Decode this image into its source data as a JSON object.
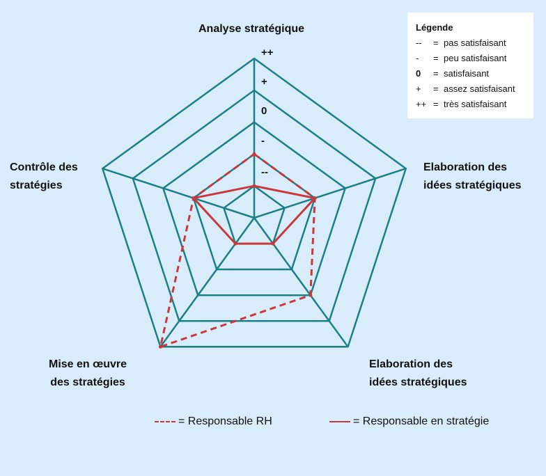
{
  "chart_data": {
    "type": "radar",
    "axes": [
      "Analyse stratégique",
      "Elaboration des idées stratégiques",
      "Elaboration des idées stratégiques",
      "Mise en œuvre des stratégies",
      "Contrôle des stratégies"
    ],
    "levels": [
      "--",
      "-",
      "0",
      "+",
      "++"
    ],
    "series": [
      {
        "name": "Responsable RH",
        "style": "dashed",
        "color": "#c8383c",
        "values": [
          2,
          2,
          3,
          5,
          2
        ]
      },
      {
        "name": "Responsable en stratégie",
        "style": "solid",
        "color": "#c8383c",
        "values": [
          1,
          2,
          1,
          1,
          2
        ]
      }
    ]
  },
  "axis_labels": {
    "top": "Analyse stratégique",
    "upper_right_1": "Elaboration des",
    "upper_right_2": "idées stratégiques",
    "lower_right_1": "Elaboration des",
    "lower_right_2": "idées stratégiques",
    "lower_left_1": "Mise en œuvre",
    "lower_left_2": "des stratégies",
    "upper_left_1": "Contrôle des",
    "upper_left_2": "stratégies"
  },
  "level_labels": [
    "--",
    "-",
    "0",
    "+",
    "++"
  ],
  "legend": {
    "title": "Légende",
    "rows": [
      {
        "symbol": "--",
        "eq": "=",
        "desc": "pas satisfaisant"
      },
      {
        "symbol": "-",
        "eq": "=",
        "desc": "peu satisfaisant"
      },
      {
        "symbol": "0",
        "eq": "=",
        "desc": "satisfaisant"
      },
      {
        "symbol": "+",
        "eq": "=",
        "desc": "assez satisfaisant"
      },
      {
        "symbol": "++",
        "eq": "=",
        "desc": "très satisfaisant"
      }
    ]
  },
  "series_keys": {
    "rh": "= Responsable RH",
    "strat": "= Responsable en stratégie"
  },
  "colors": {
    "background": "#d9ecf9",
    "grid": "#1a7f86",
    "series": "#c8383c"
  }
}
